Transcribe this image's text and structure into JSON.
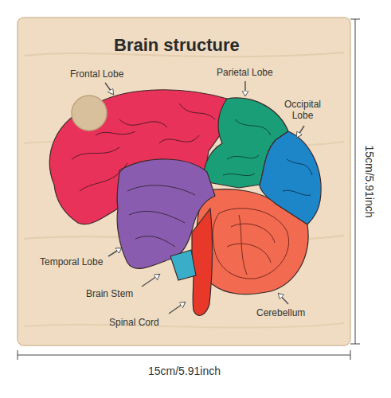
{
  "diagram": {
    "title": "Brain structure",
    "labels": [
      "Frontal Lobe",
      "Parietal Lobe",
      "Occipital Lobe",
      "Temporal Lobe",
      "Brain Stem",
      "Cerebellum",
      "Spinal Cord",
      "15cm/5.91inch",
      "15cm/5.91inch"
    ]
  }
}
